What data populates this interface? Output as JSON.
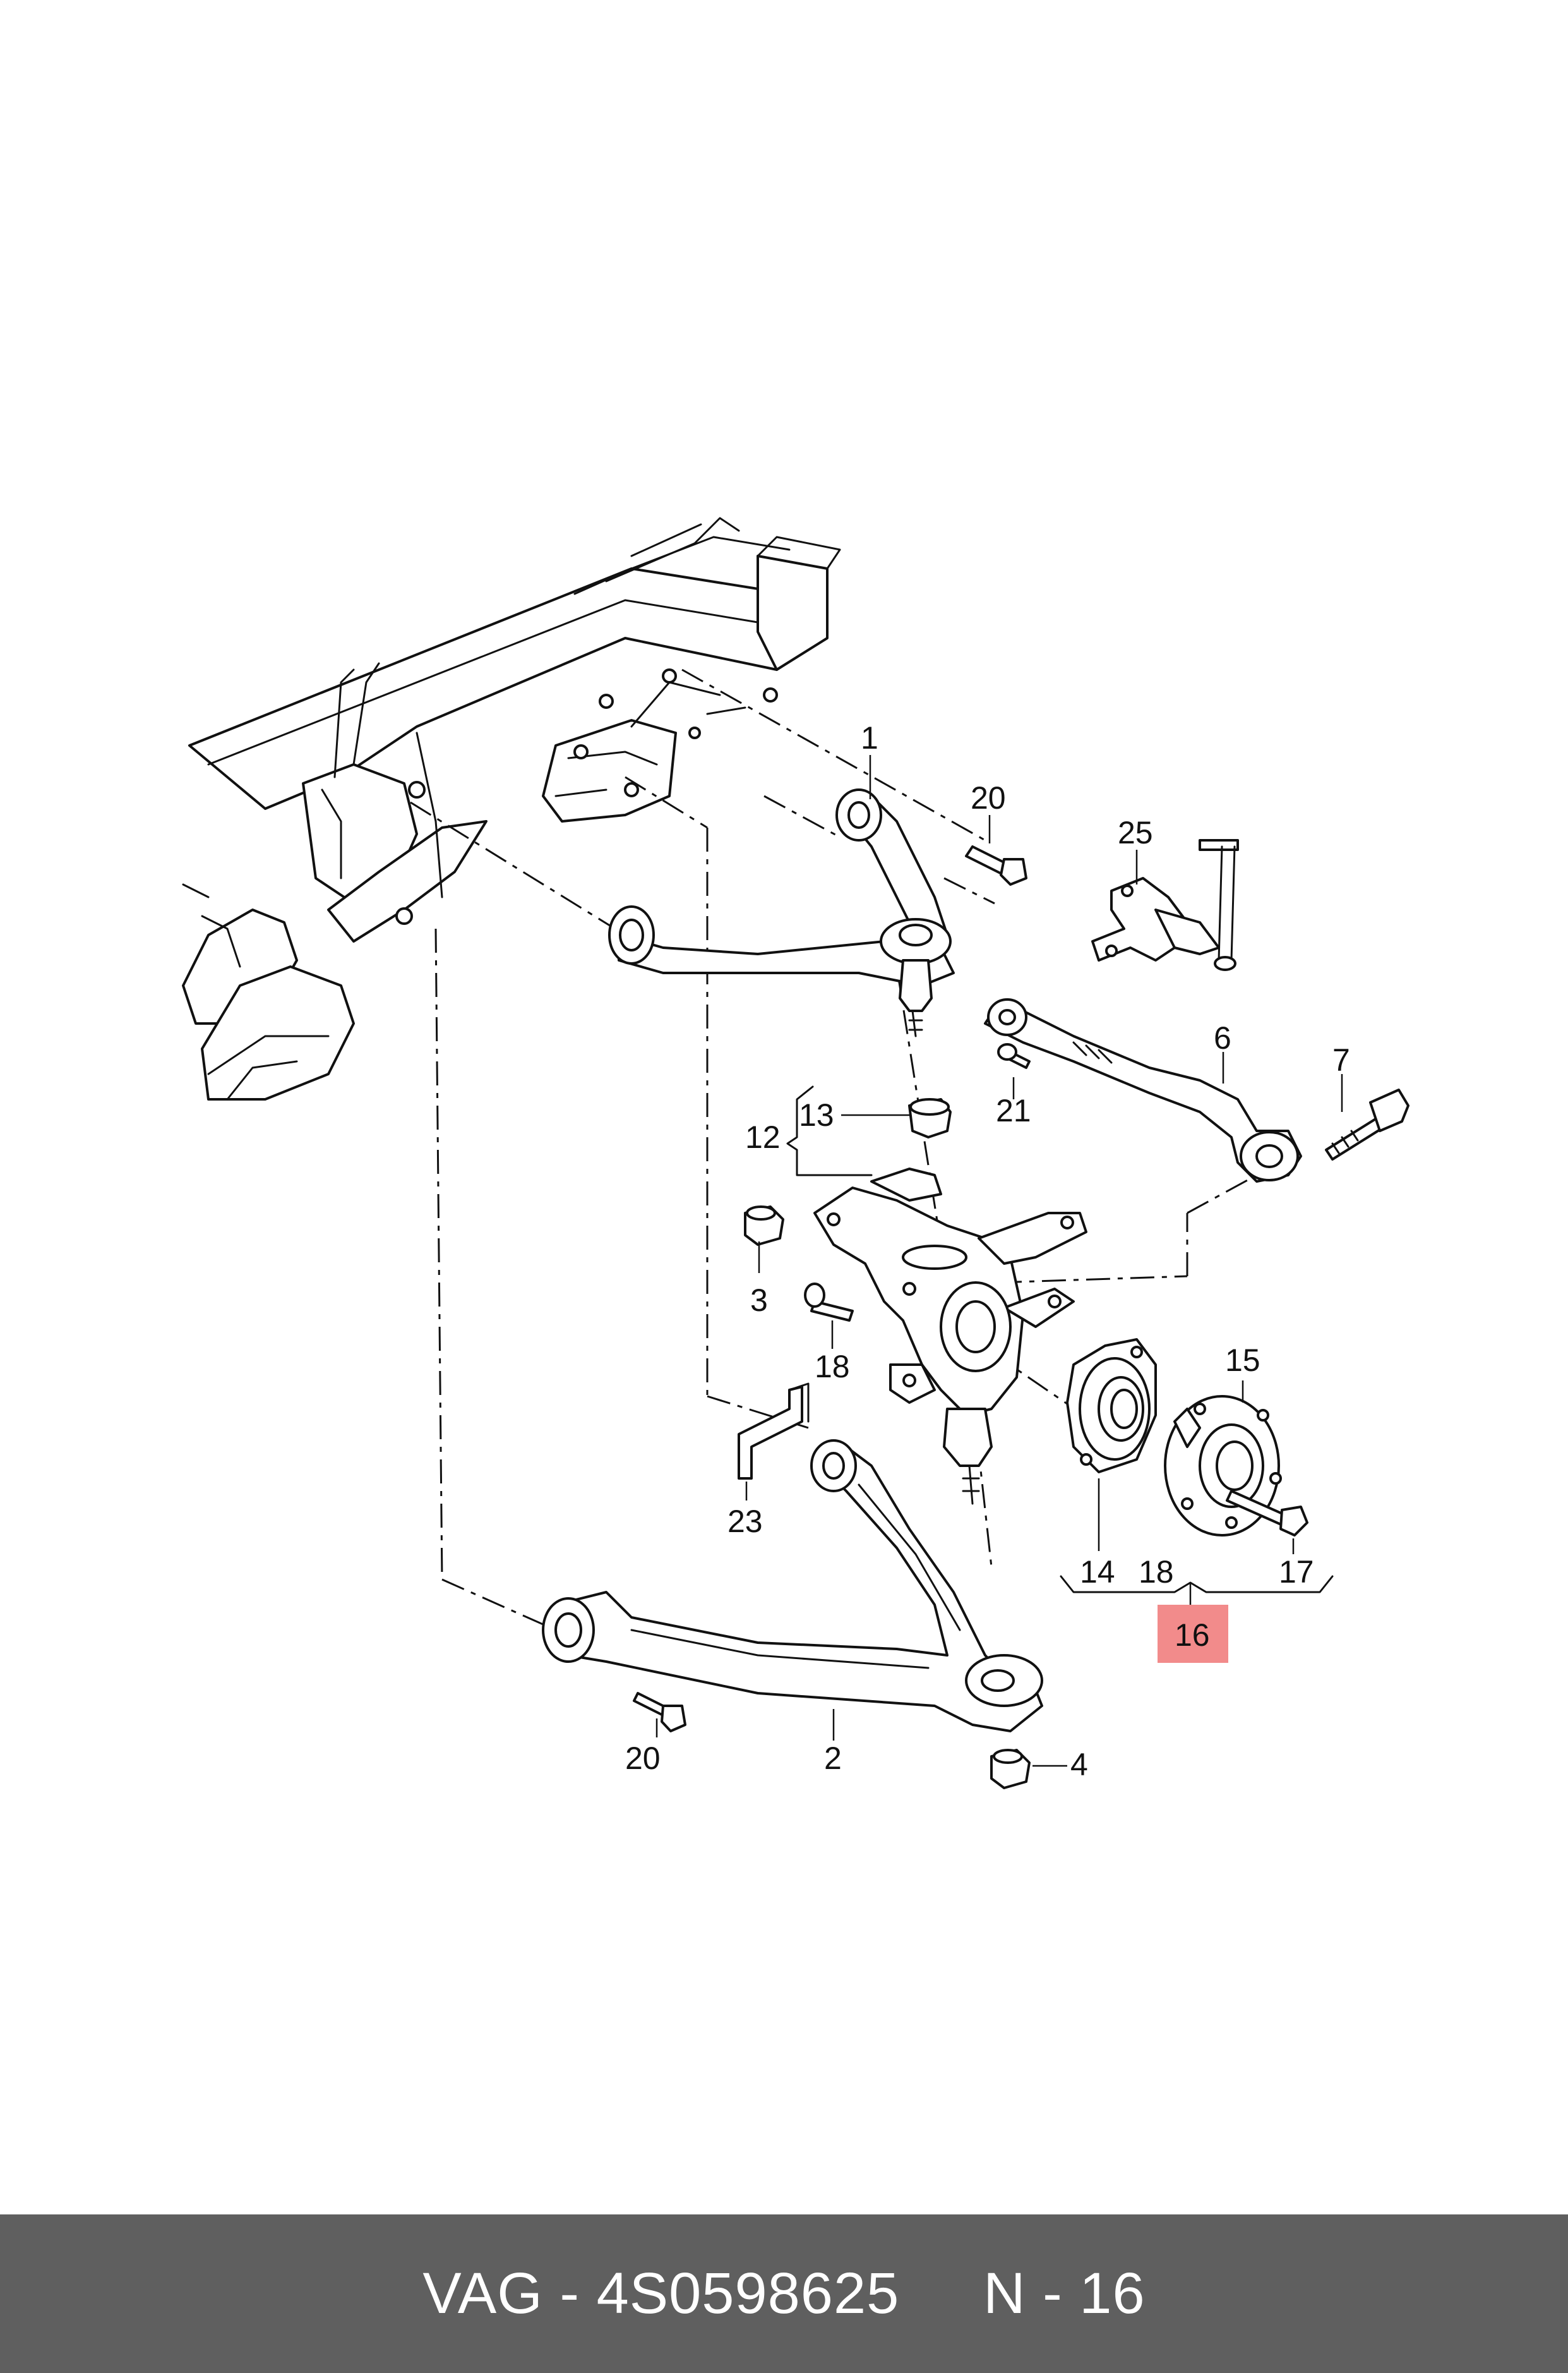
{
  "callouts": {
    "c1": "1",
    "c2": "2",
    "c3": "3",
    "c4": "4",
    "c6": "6",
    "c7": "7",
    "c12": "12",
    "c13": "13",
    "c14": "14",
    "c15": "15",
    "c16": "16",
    "c17": "17",
    "c18a": "18",
    "c18b": "18",
    "c20a": "20",
    "c20b": "20",
    "c21": "21",
    "c23": "23",
    "c25": "25"
  },
  "highlight_color": "#f28b8b",
  "footer": {
    "text": "VAG - 4S0598625     N - 16",
    "background": "#5f5f5f"
  }
}
